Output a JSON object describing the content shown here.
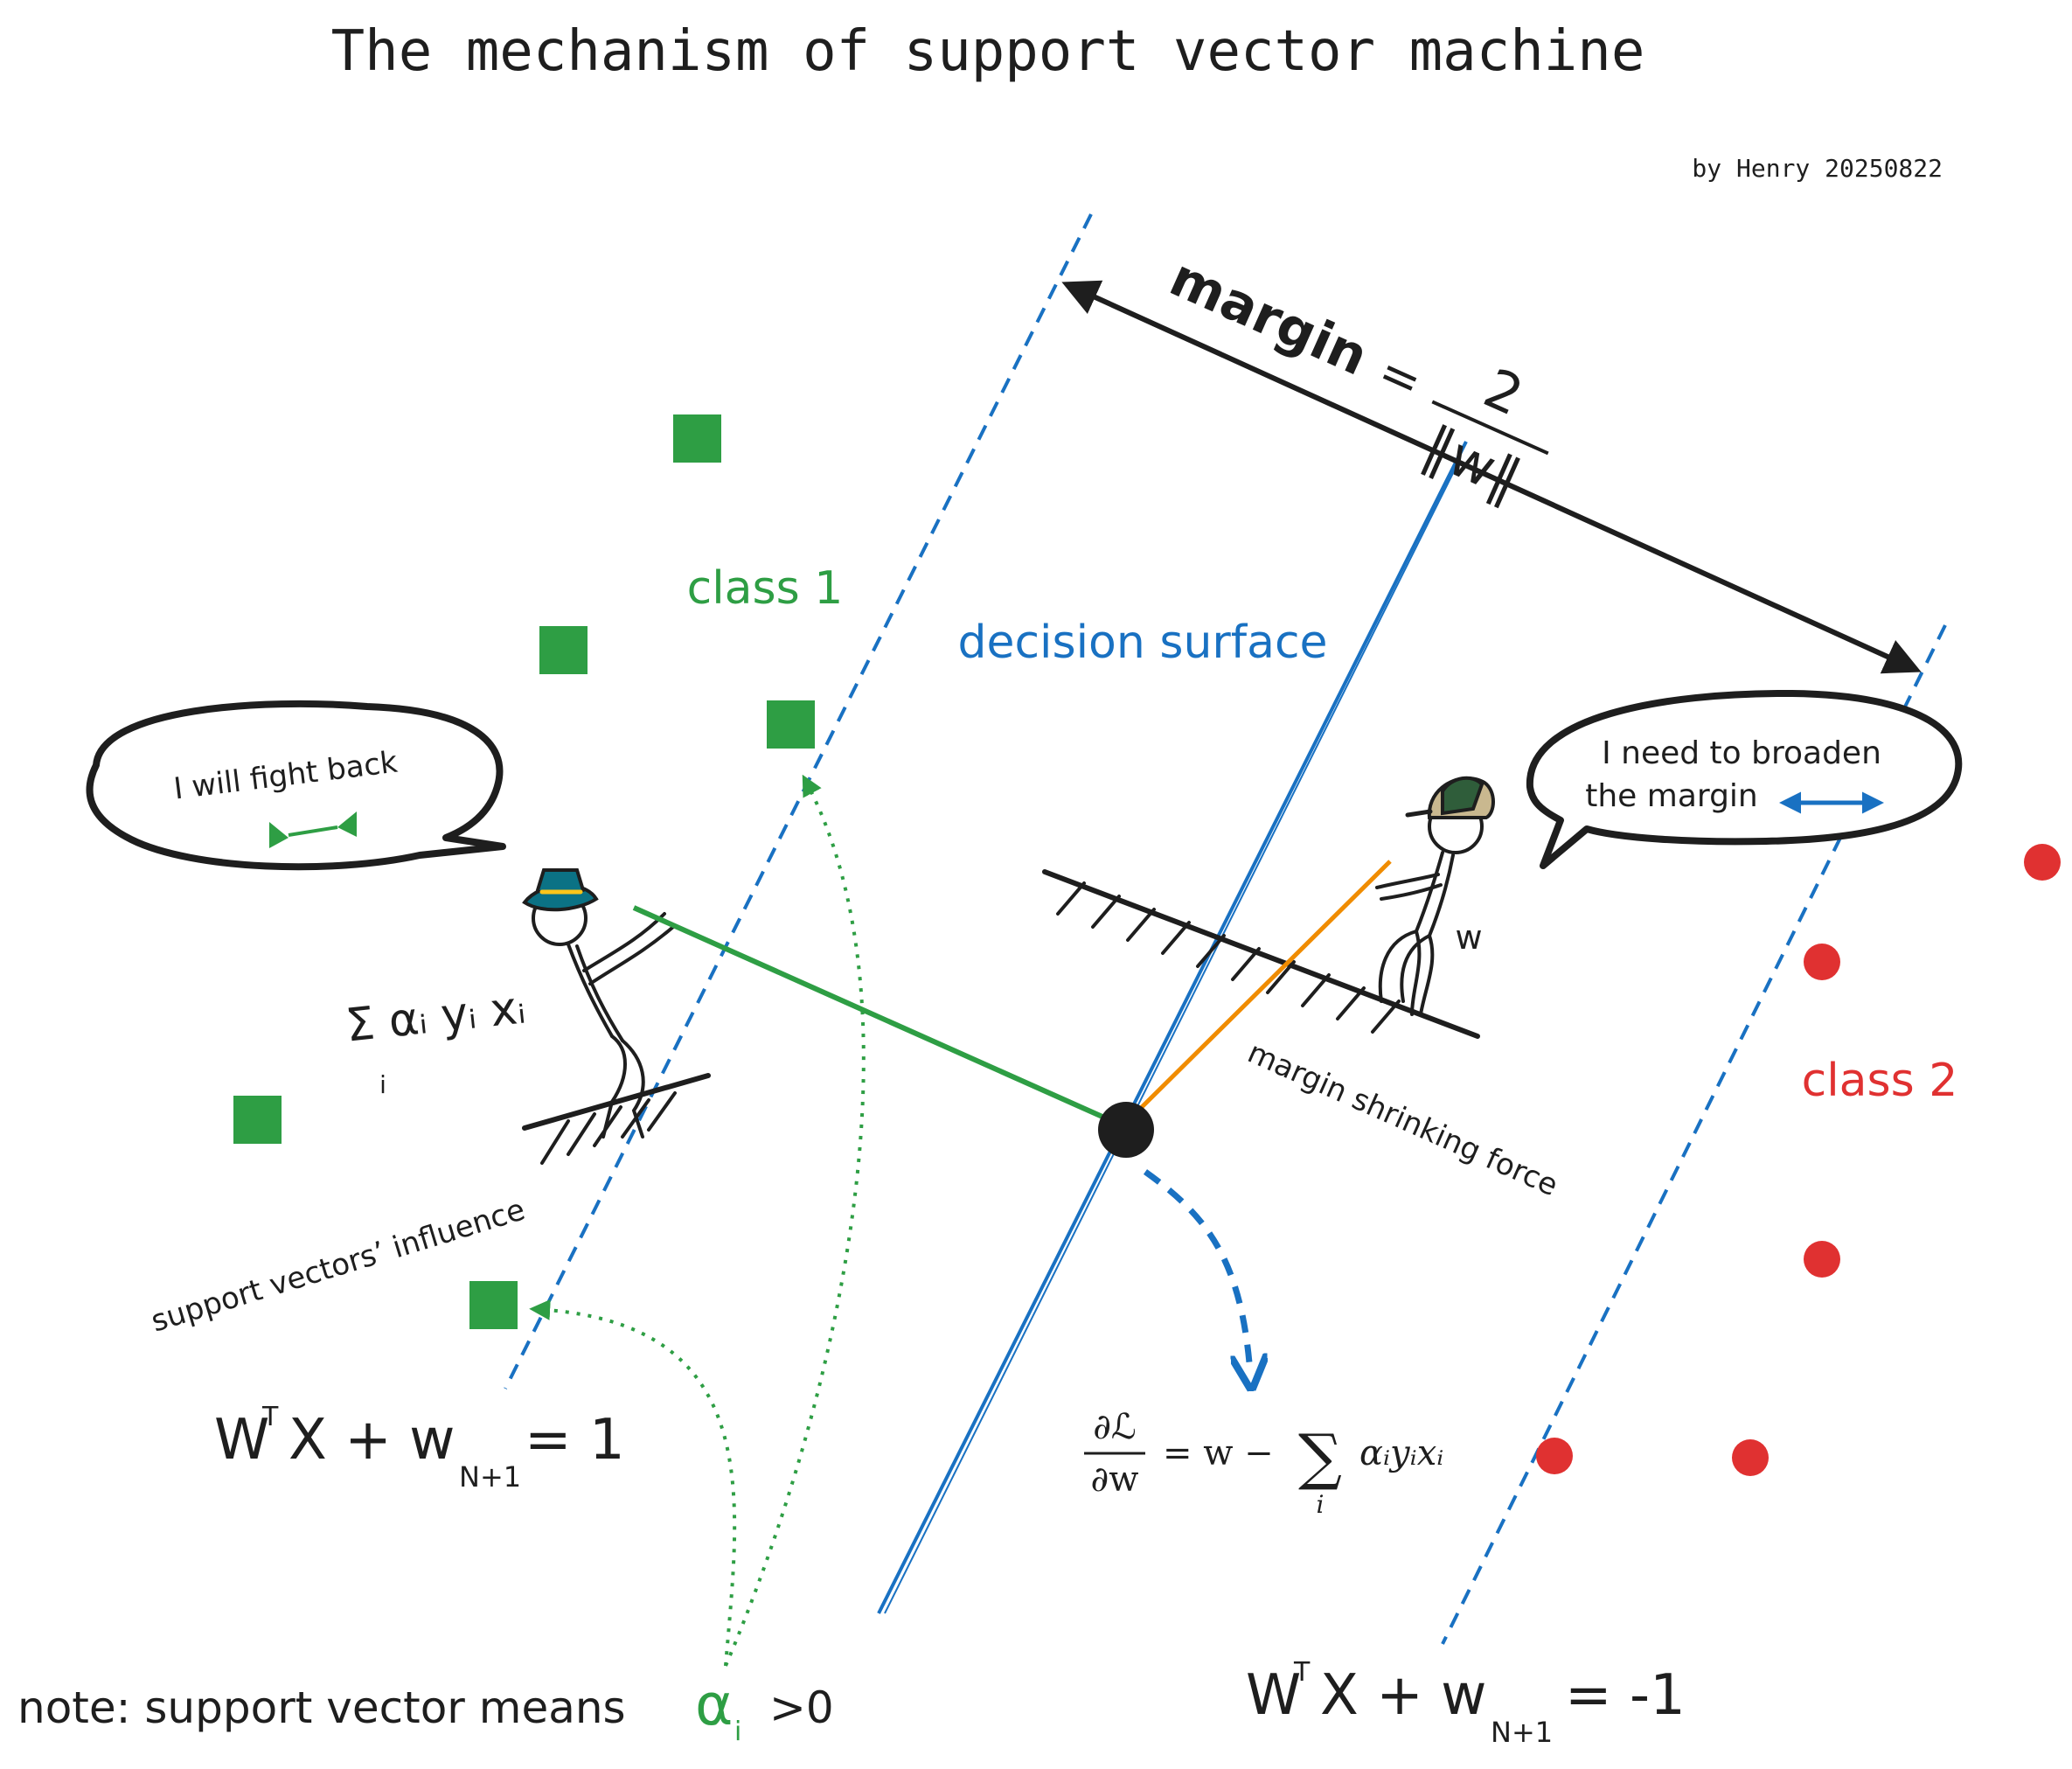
{
  "title": "The mechanism of support vector machine",
  "author": "by Henry 20250822",
  "labels": {
    "margin_word": "margin",
    "margin_equals": "=",
    "margin_numerator": "2",
    "margin_denominator": "‖w‖",
    "class1": "class 1",
    "class2": "class 2",
    "decision_surface": "decision surface",
    "fight_back": "I will fight back",
    "broaden_line1": "I need to broaden",
    "broaden_line2": "the margin",
    "sum_term": "Σ αᵢ yᵢ xᵢ",
    "sum_sub": "i",
    "w_label": "w",
    "margin_shrinking": "margin shrinking force",
    "sv_influence": "support vectors’ influence",
    "eq_pos_main": "W",
    "eq_pos_sup": "T",
    "eq_pos_rest": "X + w",
    "eq_pos_sub": "N+1",
    "eq_pos_rhs": "= 1",
    "eq_neg_main": "W",
    "eq_neg_sup": "T",
    "eq_neg_rest": "X + w",
    "eq_neg_sub": "N+1",
    "eq_neg_rhs": "= -1",
    "gradient_lhs_num": "∂ℒ",
    "gradient_lhs_den": "∂w",
    "gradient_rhs": "= w −",
    "gradient_sum": "∑",
    "gradient_sum_sub": "i",
    "gradient_term": "αᵢyᵢxᵢ",
    "note_prefix": "note: support vector means",
    "note_alpha": "α",
    "note_alpha_sub": "i",
    "note_suffix": ">0"
  },
  "colors": {
    "green": "#2e9e44",
    "red": "#e03131",
    "blue": "#1971c2",
    "orange": "#f08c00",
    "black": "#1e1e1e"
  },
  "icons": {
    "hat_figure": "stick-figure-hat",
    "cap_figure": "stick-figure-cap",
    "bowtie": "bowtie-icon",
    "double_arrow": "double-arrow-icon"
  }
}
